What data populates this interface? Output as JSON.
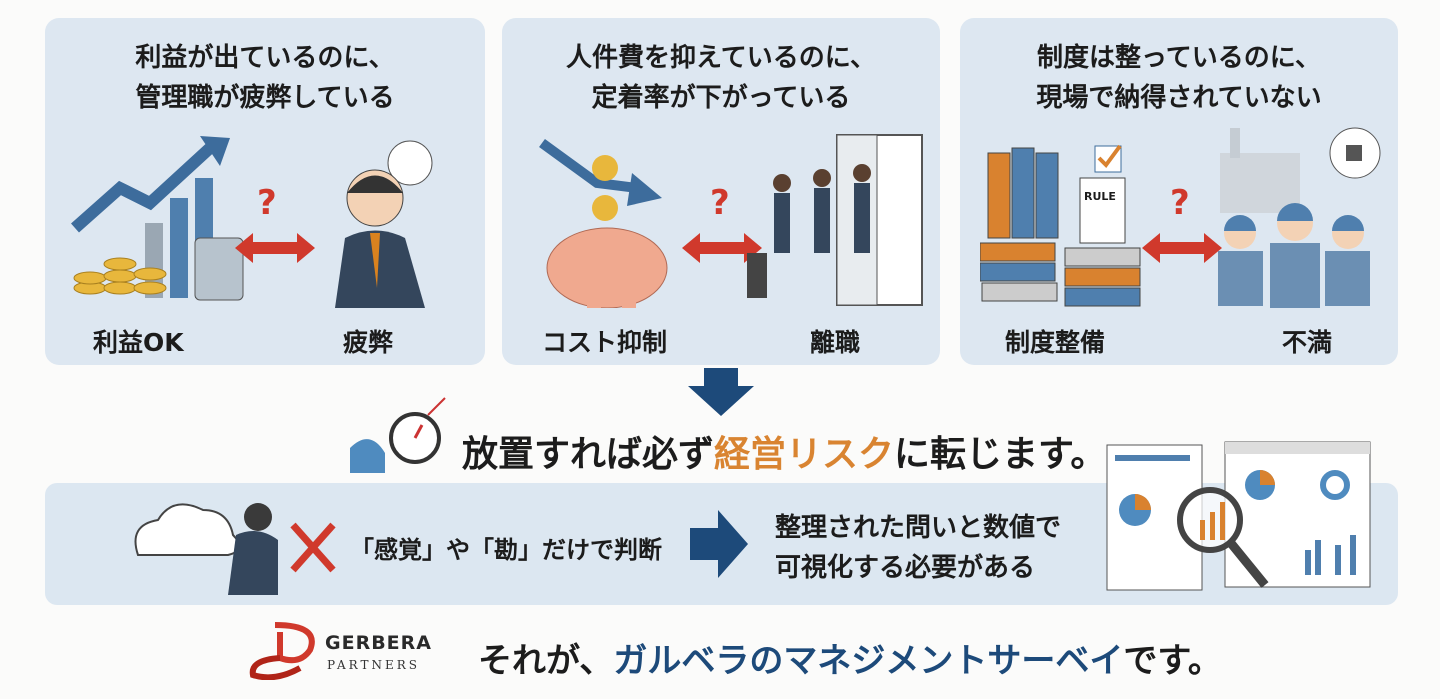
{
  "panels": [
    {
      "title_line1": "利益が出ているのに、",
      "title_line2": "管理職が疲弊している",
      "left_label": "利益OK",
      "right_label": "疲弊",
      "question": "?"
    },
    {
      "title_line1": "人件費を抑えているのに、",
      "title_line2": "定着率が下がっている",
      "left_label": "コスト抑制",
      "right_label": "離職",
      "question": "?"
    },
    {
      "title_line1": "制度は整っているのに、",
      "title_line2": "現場で納得されていない",
      "left_label": "制度整備",
      "right_label": "不満",
      "question": "?",
      "rule_label": "RULE"
    }
  ],
  "risk": {
    "before": "放置すれば必ず",
    "highlight": "経営リスク",
    "after": "に転じます。"
  },
  "band": {
    "judge": "「感覚」や「勘」だけで判断",
    "need_line1": "整理された問いと数値で",
    "need_line2": "可視化する必要がある"
  },
  "closing": {
    "before": "それが、",
    "highlight": "ガルベラのマネジメントサーベイ",
    "after": "です。"
  },
  "logo": {
    "name": "GERBERA",
    "sub": "PARTNERS"
  },
  "colors": {
    "panel": "#dde7f1",
    "accent_orange": "#d98431",
    "navy": "#1d4a7a",
    "red": "#d0392c"
  }
}
